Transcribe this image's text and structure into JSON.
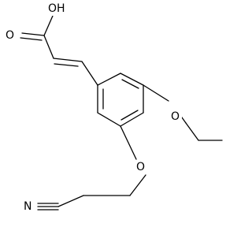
{
  "molecule": {
    "atom_labels": {
      "hydroxyl": "OH",
      "carbonyl_oxygen": "O",
      "ethoxy_oxygen": "O",
      "ether_oxygen": "O",
      "nitrile_nitrogen": "N"
    },
    "colors": {
      "bond": "#000000",
      "label": "#000000",
      "background": "#ffffff"
    }
  }
}
